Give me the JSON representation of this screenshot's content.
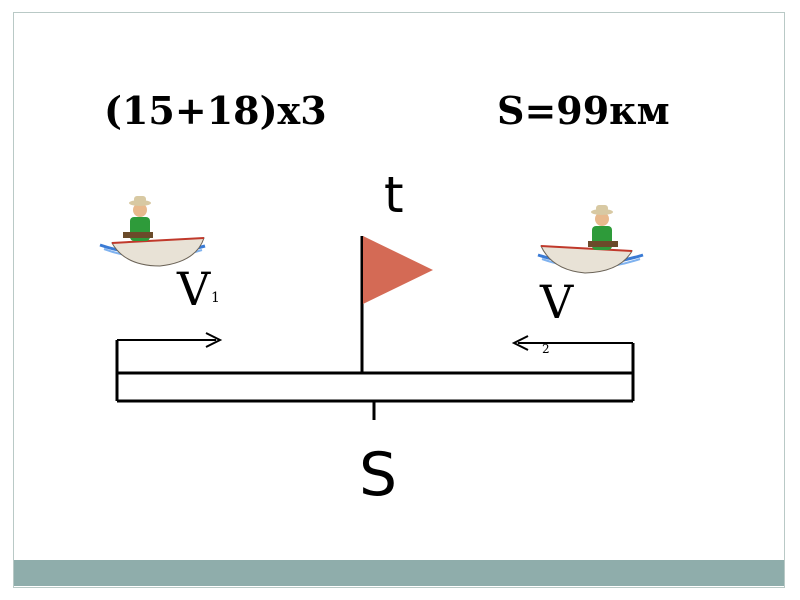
{
  "formula": {
    "calculation": "(15+18)x3",
    "distance": "S=99км"
  },
  "labels": {
    "time": "t",
    "distance": "S",
    "speed_1": "V",
    "speed_1_sub": "1",
    "speed_2": "V",
    "speed_2_sub": "2"
  },
  "colors": {
    "flag": "#d46a55",
    "footer": "#8fadab",
    "boat_hull": "#e8e2d6",
    "boat_trim": "#c0392b",
    "fisher_shirt": "#2e9b3a",
    "fisher_hat": "#d8c9a3",
    "water": "#3a7bd5"
  },
  "icons": {
    "left_boat": "fisherman-boat-icon",
    "right_boat": "fisherman-boat-icon",
    "flag": "flag-icon"
  }
}
